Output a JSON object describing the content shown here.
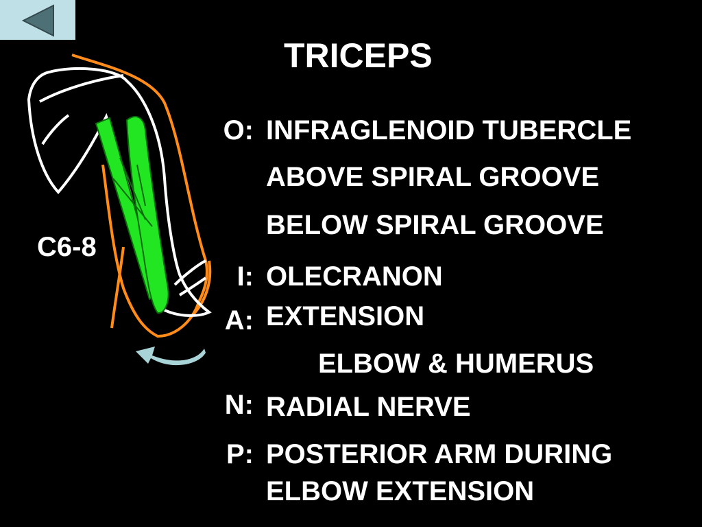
{
  "nav": {
    "back_icon": "triangle-left-icon",
    "back_color": "#bfe0e6"
  },
  "title": "TRICEPS",
  "side_label": "C6-8",
  "labels": {
    "origin": "O:",
    "insertion": "I:",
    "action": "A:",
    "nerve": "N:",
    "palpation": "P:"
  },
  "origin_lines": [
    "INFRAGLENOID TUBERCLE",
    "ABOVE SPIRAL GROOVE",
    "BELOW SPIRAL GROOVE"
  ],
  "insertion": "OLECRANON",
  "action_lines": [
    "EXTENSION",
    "ELBOW & HUMERUS"
  ],
  "nerve": "RADIAL NERVE",
  "palpation_lines": [
    "POSTERIOR ARM DURING",
    "ELBOW EXTENSION"
  ],
  "colors": {
    "muscle": "#22e622",
    "outline": "#ffffff",
    "skin": "#ff8c1a",
    "arrow": "#a8d4d8"
  }
}
